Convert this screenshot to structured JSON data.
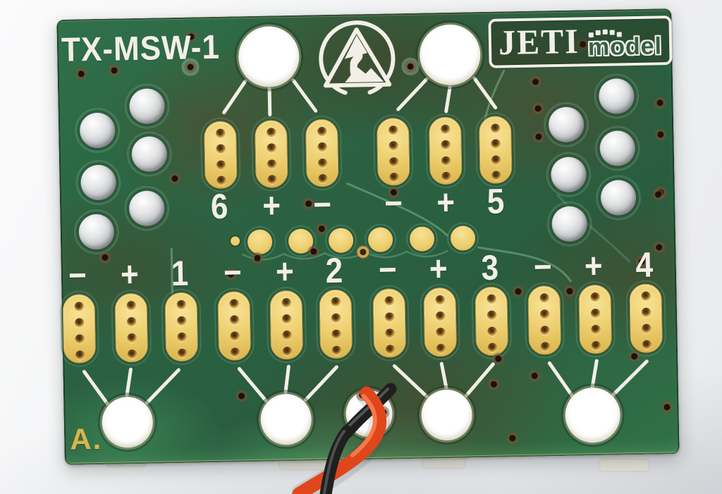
{
  "image_type": "photograph",
  "subject": "Green printed circuit board (JETI model TX-MSW-1) on a white background; a twisted red and black wire pair passes through a bottom hole",
  "board": {
    "title": "TX-MSW-1",
    "revision": "A.",
    "logo": {
      "primary": "JETI",
      "secondary": "model"
    },
    "labels": {
      "top_row": [
        "6",
        "+",
        "−",
        "−",
        "+",
        "5"
      ],
      "bottom_row": [
        "−",
        "+",
        "1",
        "−",
        "+",
        "2",
        "−",
        "+",
        "3",
        "−",
        "+",
        "4"
      ]
    },
    "hardware": {
      "top_oblong_solder_pads": 6,
      "bottom_oblong_solder_pads": 12,
      "center_round_pads": 6,
      "side_solder_joints_per_side": 6,
      "top_mounting_holes": 2,
      "bottom_holes": 5
    },
    "icons": {
      "esd": "esd-warning-icon"
    }
  },
  "wires": {
    "colors": [
      "red",
      "black"
    ],
    "style": "twisted pair"
  },
  "palette": {
    "pcb_green": "#2d6844",
    "pad_gold": "#ecca67",
    "silkscreen": "#f2efe7",
    "solder_silver": "#d8d9da",
    "wire_red": "#df461b",
    "wire_black": "#1f1f1f",
    "background": "#eff0f1",
    "revision_gold": "#d9b44c"
  }
}
